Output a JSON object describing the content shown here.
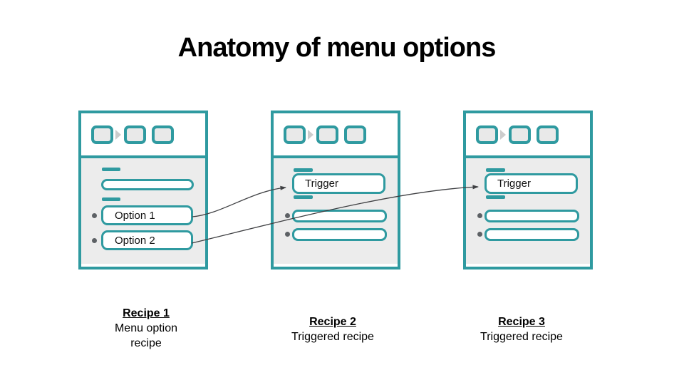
{
  "title": "Anatomy of menu options",
  "cards": [
    {
      "id": "recipe-1",
      "option1": "Option 1",
      "option2": "Option 2",
      "caption_title": "Recipe 1",
      "caption_subtitle": "Menu option recipe"
    },
    {
      "id": "recipe-2",
      "trigger": "Trigger",
      "caption_title": "Recipe 2",
      "caption_subtitle": "Triggered recipe"
    },
    {
      "id": "recipe-3",
      "trigger": "Trigger",
      "caption_title": "Recipe 3",
      "caption_subtitle": "Triggered recipe"
    }
  ],
  "connectors": [
    {
      "from": "option-1-box",
      "to": "recipe-2-trigger-box"
    },
    {
      "from": "option-2-box",
      "to": "recipe-3-trigger-box"
    }
  ],
  "colors": {
    "teal": "#2F9AA0",
    "card_body_bg": "#ECECEC",
    "square_fill": "#E9E9E9",
    "chevron_gray": "#CCCCCC",
    "bullet_gray": "#5D6165",
    "connector": "#3F4043",
    "text": "#000000"
  }
}
